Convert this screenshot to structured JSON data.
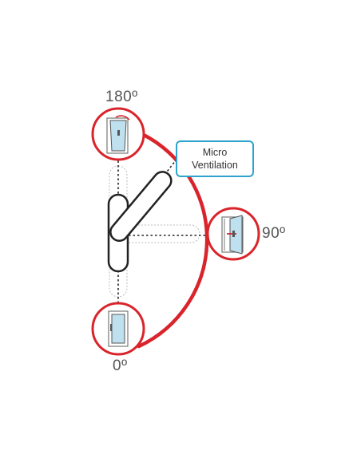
{
  "positions": {
    "deg180": "180º",
    "deg90": "90º",
    "deg0": "0º"
  },
  "callout": {
    "line1": "Micro",
    "line2": "Ventilation"
  },
  "colors": {
    "arc": "#d9242b",
    "callout_border": "#2ea3cf",
    "handle_outline": "#222222",
    "ghost_outline": "#bbbbbb",
    "glass": "#bfe0ee",
    "text": "#555555"
  },
  "icons": {
    "tilt_window": "window-tilt-icon",
    "turn_window": "window-turn-icon",
    "closed_window": "window-closed-icon"
  }
}
